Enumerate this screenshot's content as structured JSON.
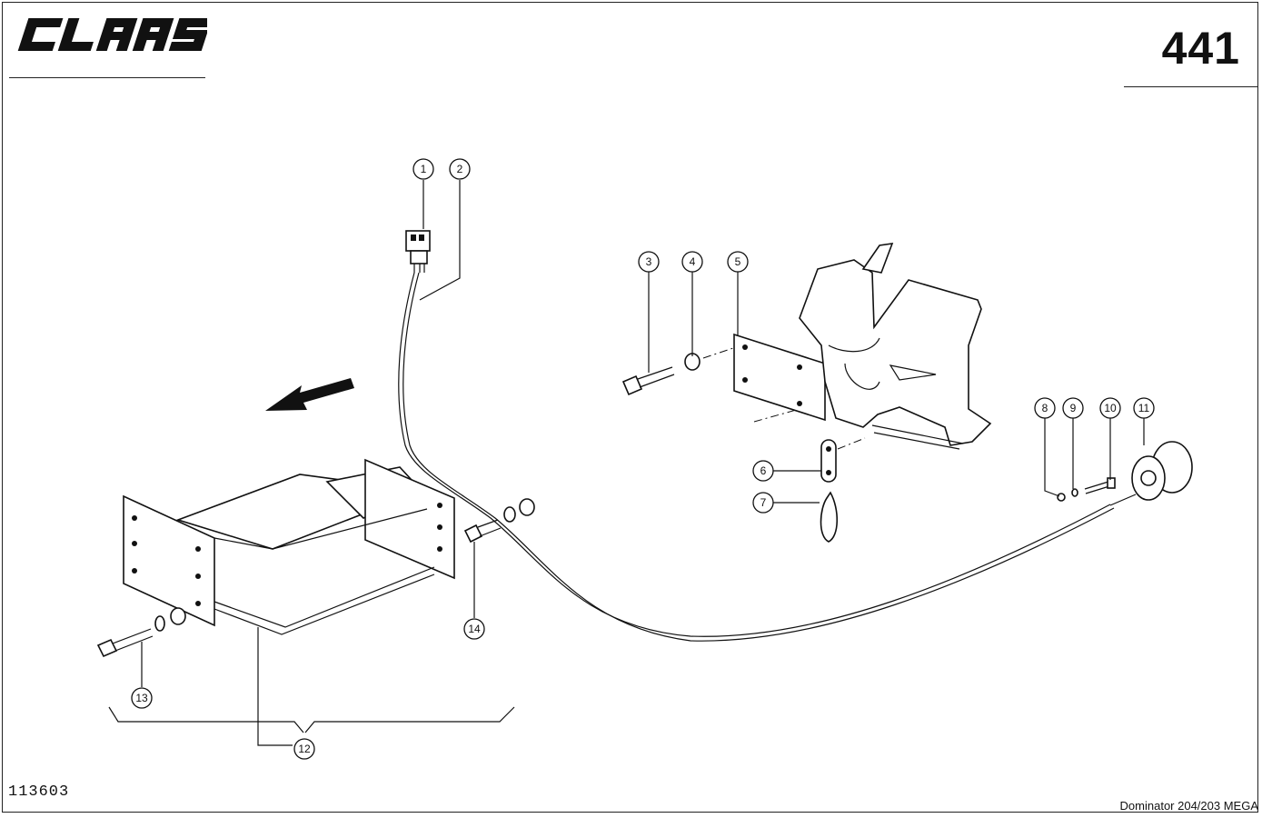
{
  "brand": "CLAAS",
  "page_number": "441",
  "drawing_number": "113603",
  "model": "Dominator 204/203 MEGA",
  "callouts": [
    "1",
    "2",
    "3",
    "4",
    "5",
    "6",
    "7",
    "8",
    "9",
    "10",
    "11",
    "12",
    "13",
    "14"
  ]
}
